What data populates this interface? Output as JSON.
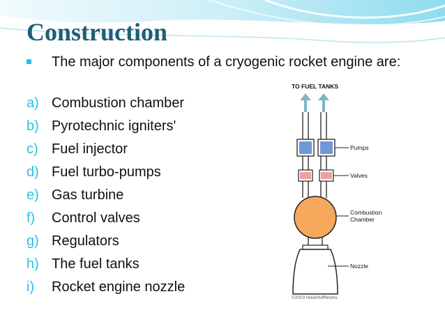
{
  "slide": {
    "title": "Construction",
    "intro": "The major components of a cryogenic rocket engine are:",
    "items": [
      {
        "marker": "a)",
        "text": "Combustion chamber"
      },
      {
        "marker": "b)",
        "text": "Pyrotechnic igniters'"
      },
      {
        "marker": "c)",
        "text": "Fuel injector"
      },
      {
        "marker": "d)",
        "text": "Fuel turbo-pumps"
      },
      {
        "marker": "e)",
        "text": "Gas turbine"
      },
      {
        "marker": "f)",
        "text": "Control valves"
      },
      {
        "marker": "g)",
        "text": "Regulators"
      },
      {
        "marker": "h)",
        "text": "The fuel tanks"
      },
      {
        "marker": "i)",
        "text": "Rocket engine nozzle"
      }
    ]
  },
  "diagram": {
    "heading": "TO FUEL TANKS",
    "labels": {
      "pumps": "Pumps",
      "valves": "Valves",
      "combustion_line1": "Combustion",
      "combustion_line2": "Chamber",
      "nozzle": "Nozzle"
    },
    "copyright": "©2003 HowStuffWorks"
  },
  "colors": {
    "title": "#1f5f74",
    "accent": "#27c3e3",
    "pump": "#6f98d8",
    "valve": "#f0a0a0",
    "chamber": "#f6a95a",
    "arrow": "#7fb5c4"
  }
}
